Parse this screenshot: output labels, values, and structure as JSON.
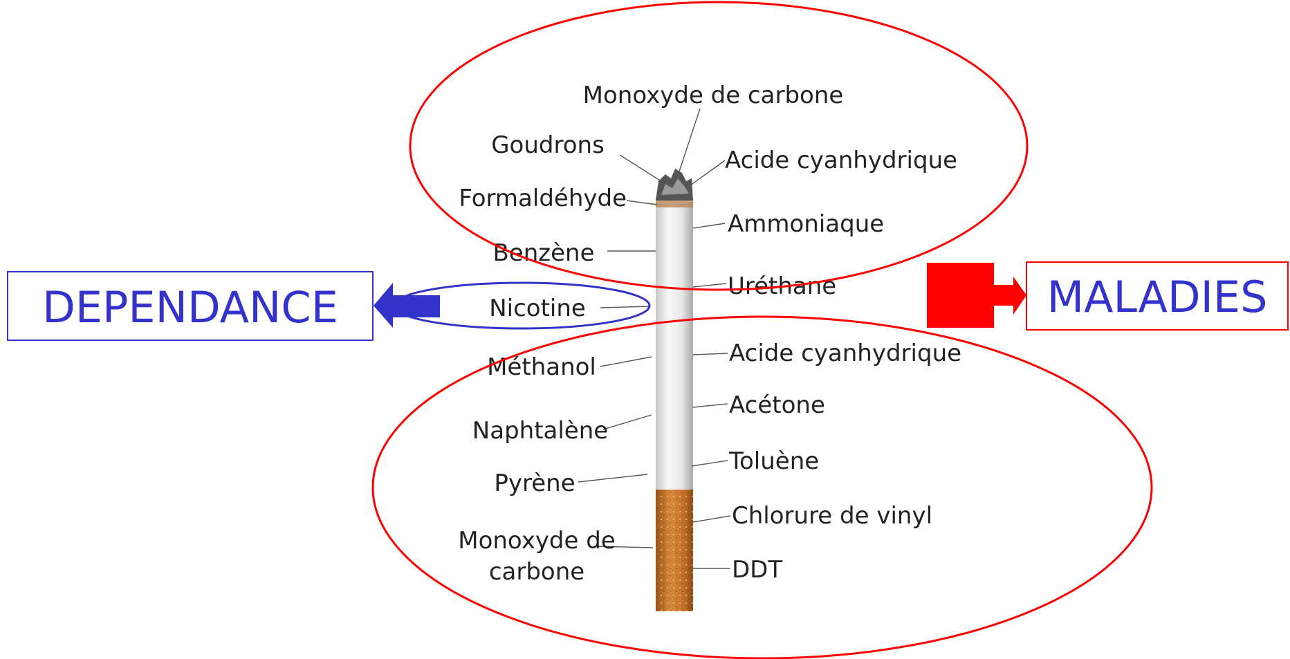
{
  "colors": {
    "dependance": "#3333cc",
    "maladies": "#ff0000",
    "label_text": "#222222",
    "filter": "#c7772f",
    "paper": "#f4f4f4"
  },
  "boxes": {
    "dependance": "DEPENDANCE",
    "maladies": "MALADIES"
  },
  "labels": {
    "monoxyde_top": "Monoxyde de carbone",
    "goudrons": "Goudrons",
    "acide_cyanhydrique_top": "Acide cyanhydrique",
    "formaldehyde": "Formaldéhyde",
    "ammoniaque": "Ammoniaque",
    "benzene": "Benzène",
    "urethane": "Uréthane",
    "nicotine": "Nicotine",
    "methanol": "Méthanol",
    "acide_cyanhydrique_bottom": "Acide cyanhydrique",
    "naphtalene": "Naphtalène",
    "acetone": "Acétone",
    "pyrene": "Pyrène",
    "toluene": "Toluène",
    "monoxyde_bottom_line1": "Monoxyde de",
    "monoxyde_bottom_line2": "carbone",
    "chlorure": "Chlorure de vinyl",
    "ddt": "DDT"
  },
  "icons": {
    "dependance_arrow": "left-arrow-icon",
    "maladies_arrow": "right-arrow-icon",
    "cigarette": "cigarette-icon"
  }
}
